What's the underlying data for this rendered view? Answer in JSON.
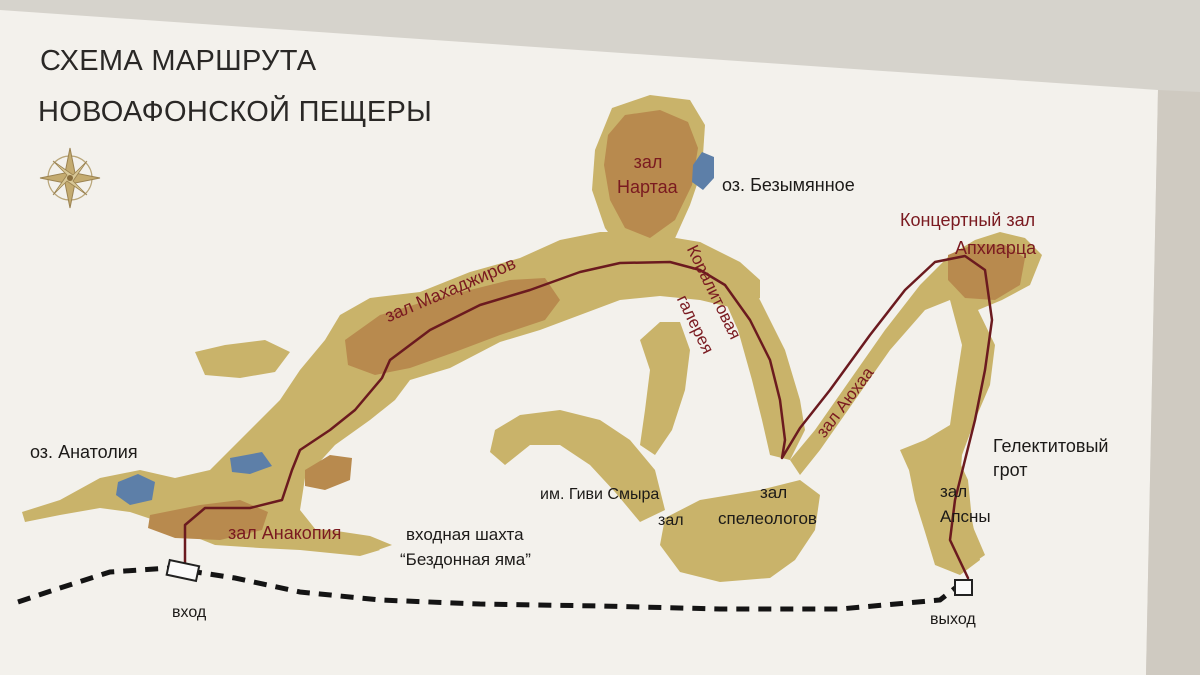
{
  "title": {
    "line1": "СХЕМА МАРШРУТА",
    "line2": "НОВОАФОНСКОЙ ПЕЩЕРЫ"
  },
  "compass": {
    "icon": "compass-rose-icon"
  },
  "colors": {
    "board": "#f3f1ec",
    "cave": "#c9b36a",
    "hall": "#b88a4e",
    "lake": "#5d7fa8",
    "route": "#6b1a1f",
    "text_red": "#7a1a20"
  },
  "labels": {
    "lake_anatolia": "оз. Анатолия",
    "lake_nameless": "оз. Безымянное",
    "hall_nartaa_1": "зал",
    "hall_nartaa_2": "Нартаа",
    "hall_makhadzhirov": "зал Махаджиров",
    "coral_gallery_1": "Коралитовая",
    "coral_gallery_2": "галерея",
    "concert_hall_1": "Концертный зал",
    "concert_hall_2": "Апхиарца",
    "hall_ayukhaa": "зал Аюхаа",
    "geliktit_grotto_1": "Гелектитовый",
    "geliktit_grotto_2": "грот",
    "hall_apsny_1": "зал",
    "hall_apsny_2": "Апсны",
    "hall_speleologov_1": "зал",
    "hall_speleologov_2": "спелеологов",
    "hall_givi_1": "им. Гиви Смыра",
    "hall_givi_2": "зал",
    "entry_shaft_1": "входная шахта",
    "entry_shaft_2": "“Бездонная яма”",
    "hall_anakopia": "зал Анакопия",
    "entrance": "вход",
    "exit": "выход"
  }
}
